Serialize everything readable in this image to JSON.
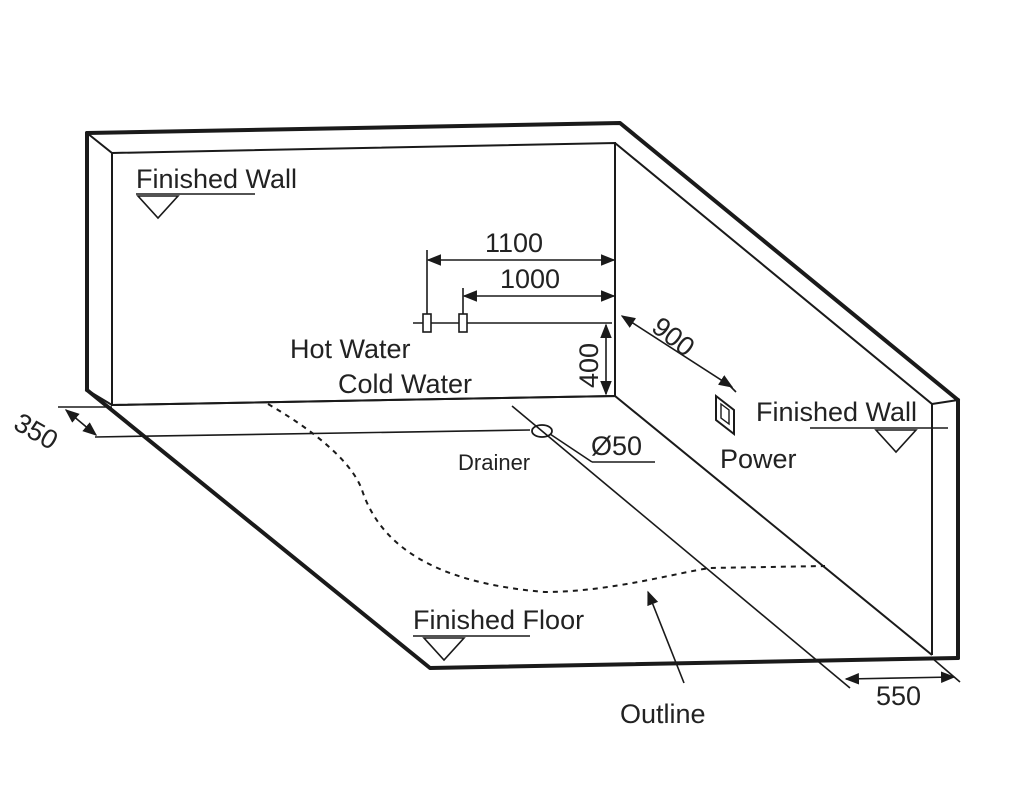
{
  "labels": {
    "finished_wall_back": "Finished Wall",
    "finished_wall_side": "Finished Wall",
    "finished_floor": "Finished Floor",
    "hot_water": "Hot Water",
    "cold_water": "Cold Water",
    "drainer": "Drainer",
    "drain_diameter": "Ø50",
    "power": "Power",
    "outline": "Outline"
  },
  "dimensions": {
    "hot_water_from_corner": "1100",
    "cold_water_from_corner": "1000",
    "water_height": "400",
    "power_from_corner": "900",
    "drain_from_back_wall": "350",
    "drain_from_side_wall": "550"
  },
  "colors": {
    "line": "#1a1a1a",
    "text": "#222222"
  }
}
